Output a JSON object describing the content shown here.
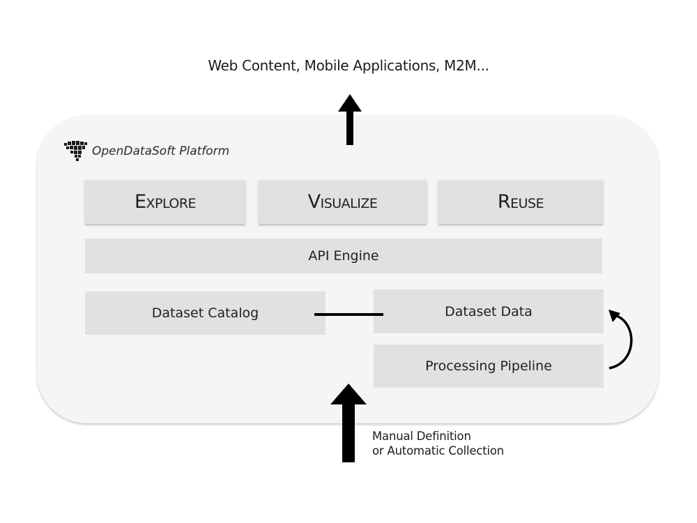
{
  "outputs_label": "Web Content, Mobile Applications, M2M...",
  "platform": {
    "name": "OpenDataSoft Platform",
    "logo_icon": "opendatasoft-logo-icon"
  },
  "layers": {
    "explore": "Explore",
    "visualize": "Visualize",
    "reuse": "Reuse",
    "api_engine": "API Engine",
    "dataset_catalog": "Dataset Catalog",
    "dataset_data": "Dataset Data",
    "processing_pipeline": "Processing Pipeline"
  },
  "inputs_label": {
    "line1": "Manual Definition",
    "line2": "or Automatic Collection"
  },
  "colors": {
    "platform_bg": "#f5f5f5",
    "box_bg": "#e1e1e1",
    "arrow": "#000000"
  }
}
